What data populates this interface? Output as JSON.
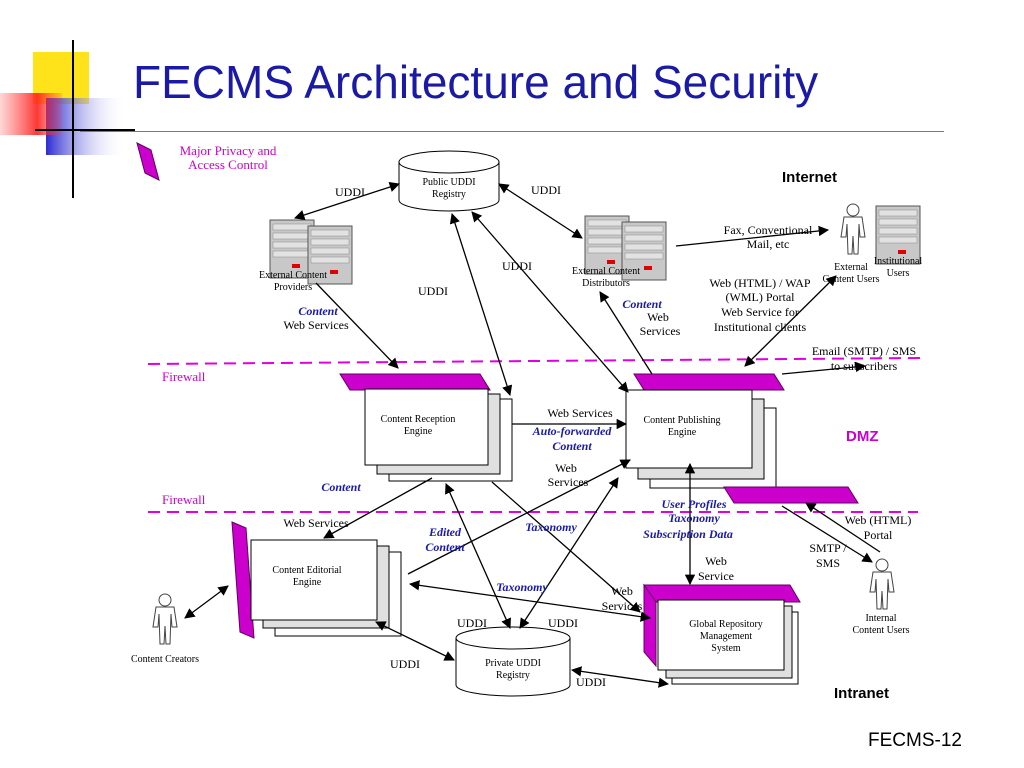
{
  "slide": {
    "title": "FECMS Architecture and Security",
    "number": "FECMS-12"
  },
  "legend": {
    "line1": "Major Privacy and",
    "line2": "Access Control"
  },
  "zones": {
    "internet": "Internet",
    "dmz": "DMZ",
    "intranet": "Intranet",
    "firewall_top": "Firewall",
    "firewall_bottom": "Firewall"
  },
  "nodes": {
    "public_uddi": [
      "Public UDDI",
      "Registry"
    ],
    "private_uddi": [
      "Private UDDI",
      "Registry"
    ],
    "ext_providers": [
      "External Content",
      "Providers"
    ],
    "ext_distributors": [
      "External Content",
      "Distributors"
    ],
    "ext_users": [
      "External",
      "Content Users"
    ],
    "inst_users": [
      "Institutional",
      "Users"
    ],
    "reception": [
      "Content Reception",
      "Engine"
    ],
    "publishing": [
      "Content Publishing",
      "Engine"
    ],
    "editorial": [
      "Content Editorial",
      "Engine"
    ],
    "repository": [
      "Global Repository",
      "Management",
      "System"
    ],
    "creators": "Content Creators",
    "int_users": [
      "Internal",
      "Content Users"
    ]
  },
  "labels": {
    "uddi_1": "UDDI",
    "uddi_2": "UDDI",
    "uddi_3": "UDDI",
    "uddi_4": "UDDI",
    "uddi_5": "UDDI",
    "uddi_6": "UDDI",
    "uddi_7": "UDDI",
    "uddi_8": "UDDI",
    "fax": [
      "Fax, Conventional",
      "Mail, etc"
    ],
    "content_ws_1": "Content",
    "content_ws_2": "Web Services",
    "content_pub": "Content",
    "web_services_pub": [
      "Web",
      "Services"
    ],
    "web_portal": [
      "Web (HTML) / WAP",
      "(WML) Portal",
      "Web Service for",
      "Institutional clients"
    ],
    "email": [
      "Email (SMTP) / SMS",
      "to subscribers"
    ],
    "web_services_mid": "Web Services",
    "auto_forwarded": [
      "Auto-forwarded",
      "Content"
    ],
    "web_services_mid2": [
      "Web",
      "Services"
    ],
    "content_edit": "Content",
    "user_profiles": [
      "User Profiles",
      "Taxonomy",
      "Subscription Data"
    ],
    "web_services_edit": "Web Services",
    "edited_content": [
      "Edited",
      "Content"
    ],
    "taxonomy_1": "Taxonomy",
    "taxonomy_2": "Taxonomy",
    "web_service_repo": [
      "Web",
      "Service"
    ],
    "web_services_repo2": [
      "Web",
      "Services"
    ],
    "web_html_portal": [
      "Web (HTML)",
      "Portal"
    ],
    "smtp_sms": [
      "SMTP /",
      "SMS"
    ]
  }
}
